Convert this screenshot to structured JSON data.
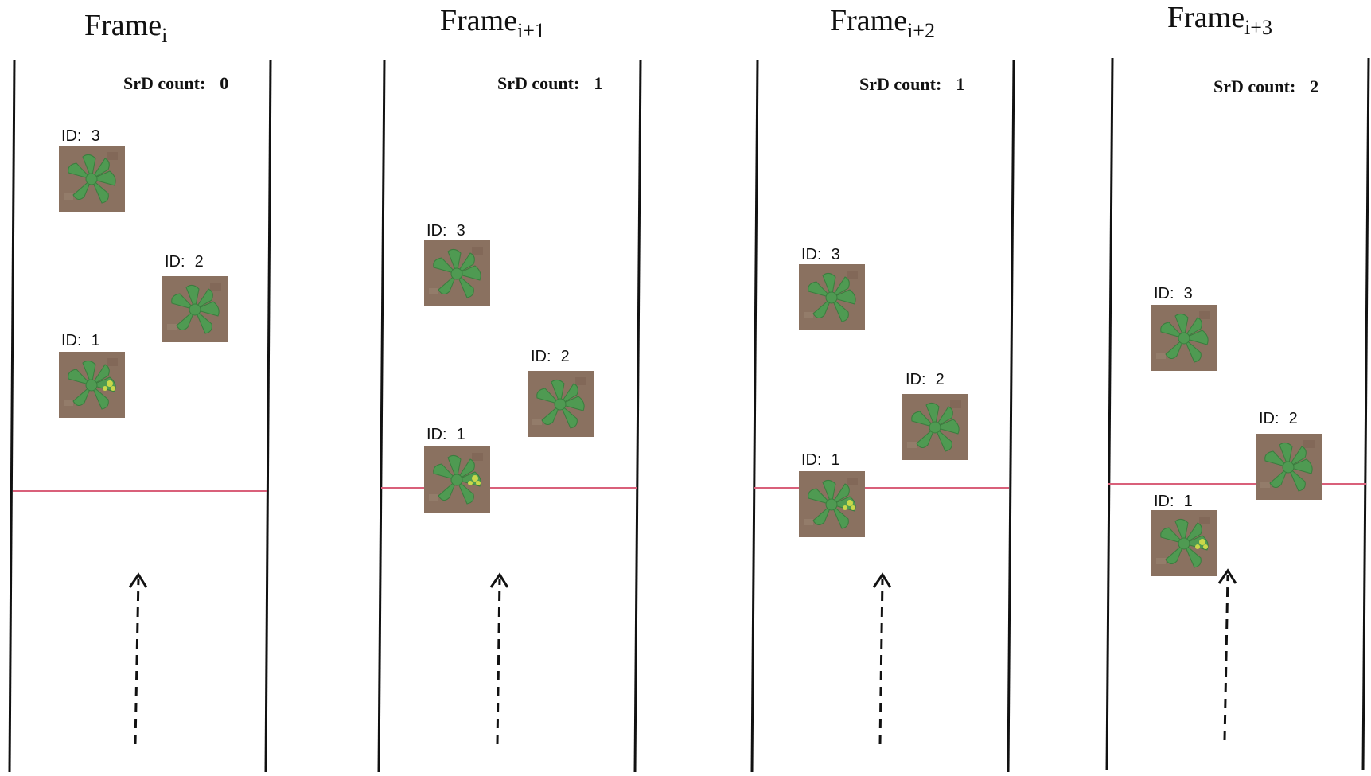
{
  "colors": {
    "line": "#111111",
    "counting_line": "#d9607a",
    "soil": "#8a7160",
    "leaf": "#4f9a52",
    "leaf_dark": "#3a7d3e",
    "flower": "#c9d84a"
  },
  "icons": {
    "plant": "watermelon-seedling-image",
    "arrow": "dashed-up-arrow"
  },
  "frames": [
    {
      "title": "Frame",
      "subscript": "i",
      "count_label": "SrD count:",
      "count": "0",
      "ids": {
        "one": "1",
        "two": "2",
        "three": "3"
      },
      "id_prefix": "ID:"
    },
    {
      "title": "Frame",
      "subscript": "i+1",
      "count_label": "SrD count:",
      "count": "1",
      "ids": {
        "one": "1",
        "two": "2",
        "three": "3"
      },
      "id_prefix": "ID:"
    },
    {
      "title": "Frame",
      "subscript": "i+2",
      "count_label": "SrD count:",
      "count": "1",
      "ids": {
        "one": "1",
        "two": "2",
        "three": "3"
      },
      "id_prefix": "ID:"
    },
    {
      "title": "Frame",
      "subscript": "i+3",
      "count_label": "SrD count:",
      "count": "2",
      "ids": {
        "one": "1",
        "two": "2",
        "three": "3"
      },
      "id_prefix": "ID:"
    }
  ]
}
